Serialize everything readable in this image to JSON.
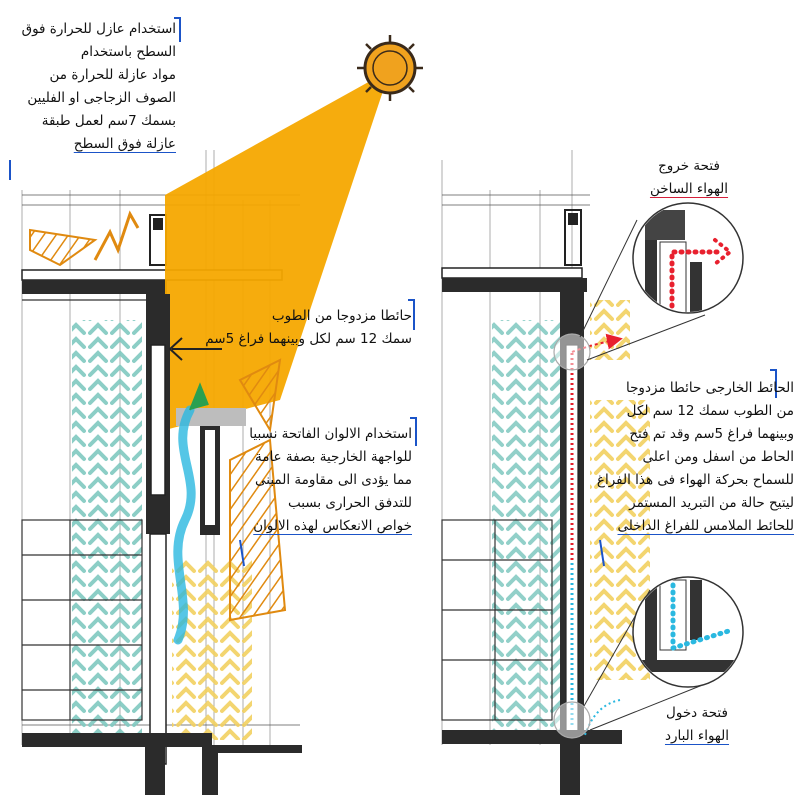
{
  "notes": {
    "roof_insulation": [
      "استخدام عازل للحرارة فوق",
      "السطح باستخدام",
      "مواد عازلة للحرارة من",
      "الصوف الزجاجى او الفليين",
      "بسمك 7سم لعمل طبقة",
      "عازلة فوق السطح"
    ],
    "double_wall": [
      "حائطا مزدوجا من الطوب",
      "سمك 12 سم لكل وبينهما فراغ 5سم"
    ],
    "light_colors": [
      "استخدام الالوان الفاتحة نسبيا",
      "للواجهة الخارجية بصفة عامة",
      "مما يؤدى الى مقاومة المبنى",
      "للتدفق الحرارى بسبب",
      "خواص الانعكاس لهذه الالوان"
    ],
    "hot_air_exit": [
      "فتحة خروج",
      "الهواء الساخن"
    ],
    "external_wall": [
      "الحائط الخارجى حائطا مزدوجا",
      "من الطوب سمك 12 سم لكل",
      "وبينهما فراغ 5سم وقد تم فتح",
      "الحاط من اسفل ومن اعلى",
      "للسماح بحركة الهواء فى هذا الفراغ",
      "ليتيح حالة من التبريد المستمر",
      "للحائط الملامس للفراغ الداخلى"
    ],
    "cold_air_inlet": [
      "فتحة دخول",
      "الهواء البارد"
    ]
  },
  "colors": {
    "sun_fill": "#f0a21e",
    "sun_beam": "#f5a800",
    "hatch_orange": "#e08a10",
    "hatch_teal": "#7fc8c0",
    "hatch_yellow": "#f2d060",
    "hot_air": "#e8202e",
    "cold_air": "#2ab8e0",
    "wall_dark": "#2b2b2b",
    "annotation_blue": "#1b54c8"
  },
  "icons": {
    "sun": "sun-icon",
    "wind": "airflow-wave-icon",
    "arrow_in": "arrow-left-icon"
  }
}
